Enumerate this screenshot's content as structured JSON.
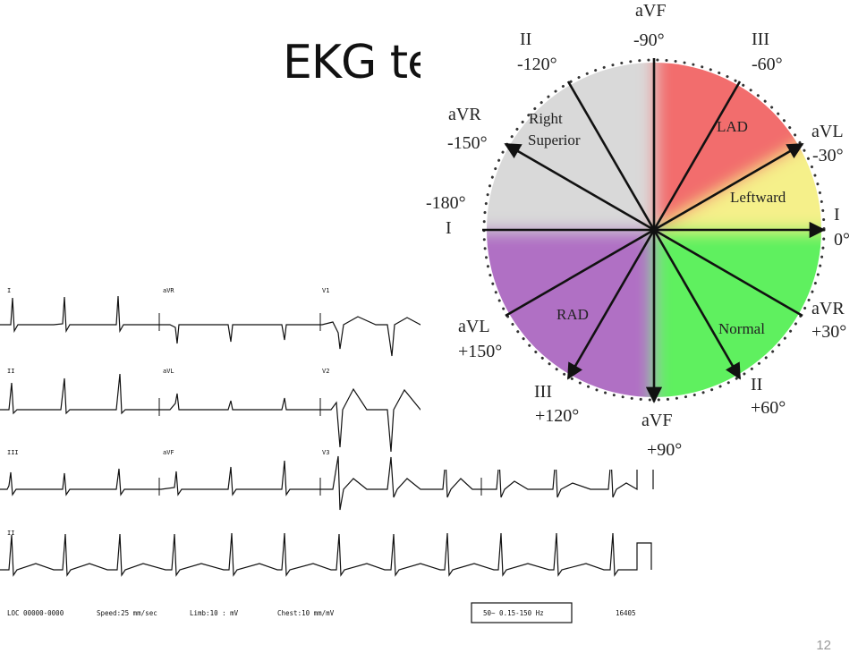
{
  "slide": {
    "title": "EKG te",
    "page_number": "12"
  },
  "ekg": {
    "lead_labels": [
      "I",
      "aVR",
      "V1",
      "II",
      "aVL",
      "V2",
      "III",
      "aVF",
      "V3",
      "II"
    ],
    "footer": {
      "loc": "LOC 00000-0000",
      "speed": "Speed:25 mm/sec",
      "limb": "Limb:10 : mV",
      "chest": "Chest:10 mm/mV",
      "filter": "50~ 0.15-150 Hz",
      "device": "16405"
    }
  },
  "axis_wheel": {
    "top_lead": "aVF",
    "top_degree": "-90°",
    "lead_II_upper": "II",
    "deg_minus_120": "-120°",
    "lead_III_upper": "III",
    "deg_minus_60": "-60°",
    "lead_aVR_upper": "aVR",
    "deg_minus_150": "-150°",
    "lead_aVL_upper": "aVL",
    "deg_minus_30": "-30°",
    "deg_minus_180": "-180°",
    "lead_I_left": "I",
    "lead_I_right": "I",
    "deg_0": "0°",
    "lead_aVL_lower": "aVL",
    "deg_plus_150": "+150°",
    "lead_aVR_lower": "aVR",
    "deg_plus_30": "+30°",
    "lead_III_lower": "III",
    "deg_plus_120": "+120°",
    "lead_II_lower": "II",
    "deg_plus_60": "+60°",
    "bottom_lead": "aVF",
    "bottom_degree": "+90°",
    "region_right_superior_1": "Right",
    "region_right_superior_2": "Superior",
    "region_lad": "LAD",
    "region_leftward": "Leftward",
    "region_rad": "RAD",
    "region_normal": "Normal",
    "colors": {
      "right_superior": "#d9d9d9",
      "lad": "#f26d6d",
      "leftward": "#f5f08a",
      "rad": "#b06fc4",
      "normal": "#5ff05f"
    }
  }
}
